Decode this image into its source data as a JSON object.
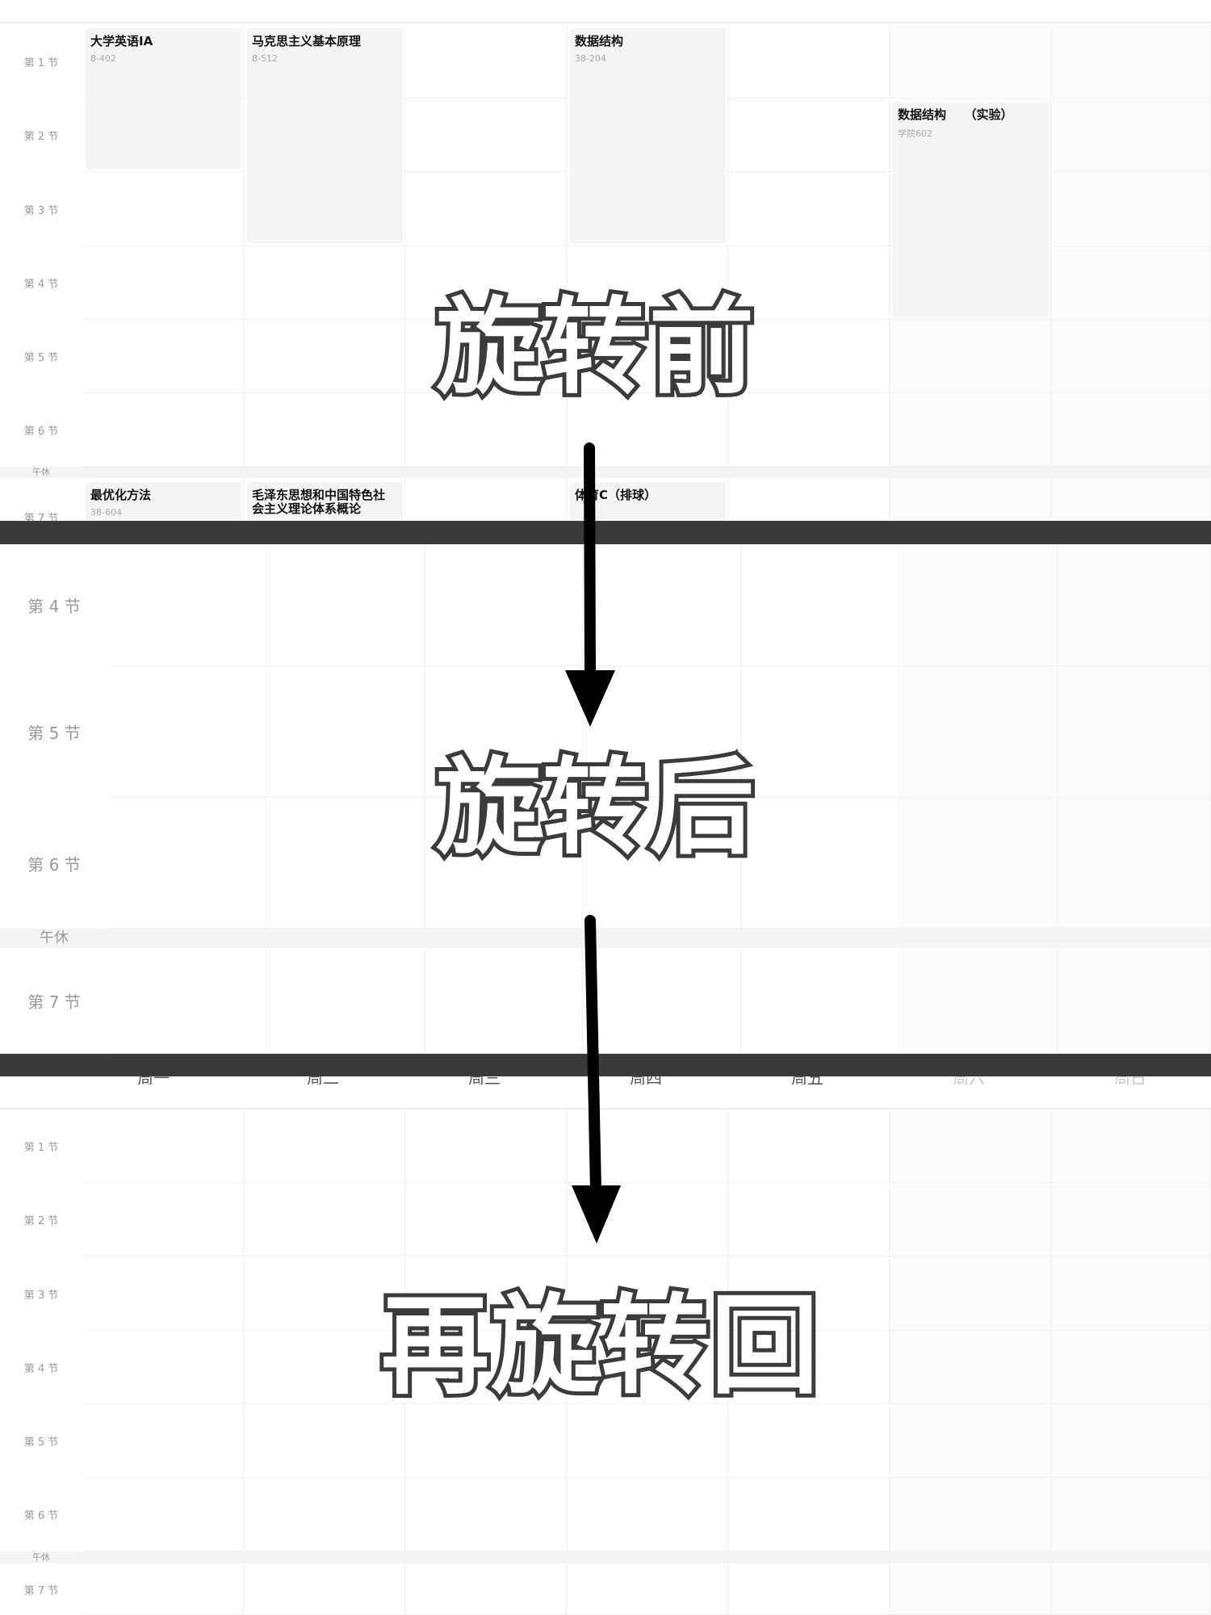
{
  "panel_before": {
    "period_labels": [
      "第 1 节",
      "第 2 节",
      "第 3 节",
      "第 4 节",
      "第 5 节",
      "第 6 节"
    ],
    "break_label": "午休",
    "afternoon_label": "第 7 节",
    "courses": [
      {
        "name": "大学英语ⅠA",
        "room": "8-402"
      },
      {
        "name": "马克思主义基本原理",
        "room": "8-512"
      },
      {
        "name": "数据结构",
        "room": "38-204"
      },
      {
        "name": "数据结构　　（实验）",
        "room": "学院602"
      },
      {
        "name": "最优化方法",
        "room": "38-604"
      },
      {
        "name": "毛泽东思想和中国特色社\n会主义理论体系概论",
        "room": ""
      },
      {
        "name": "体育C（排球）",
        "room": ""
      }
    ]
  },
  "panel_after": {
    "period_labels": [
      "第 4 节",
      "第 5 节",
      "第 6 节"
    ],
    "break_label": "午休",
    "afternoon_label": "第 7 节",
    "weekday_headers": [
      "周一",
      "周二",
      "周三",
      "周四",
      "周五",
      "周六",
      "周日"
    ]
  },
  "panel_back": {
    "period_labels": [
      "第 1 节",
      "第 2 节",
      "第 3 节",
      "第 4 节",
      "第 5 节",
      "第 6 节"
    ],
    "break_label": "午休",
    "afternoon_label": "第 7 节"
  },
  "overlays": {
    "before": "旋转前",
    "after": "旋转后",
    "back": "再旋转回"
  },
  "colors": {
    "divider": "#3a3a3a",
    "course_bg": "#f3f4f6",
    "overlay_stroke": "#3b3b3b"
  }
}
